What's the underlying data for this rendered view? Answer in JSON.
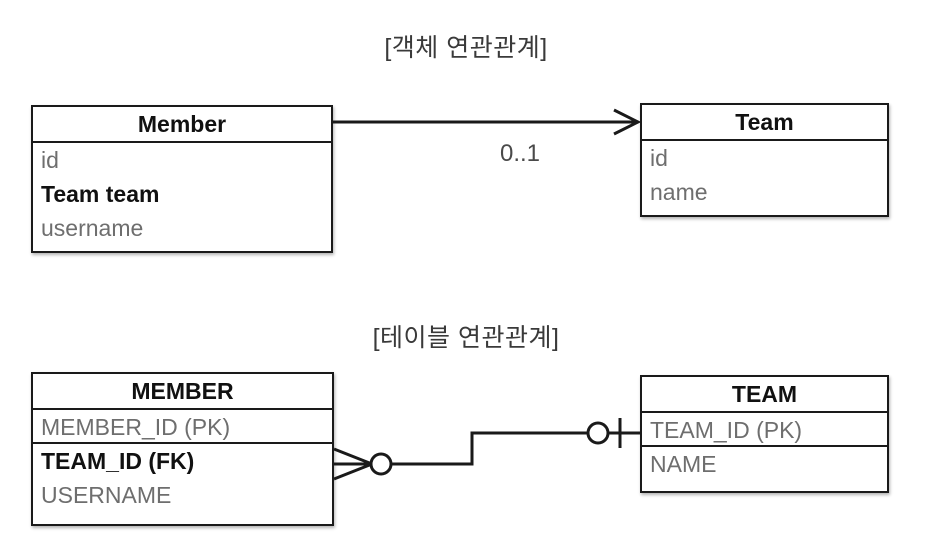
{
  "diagram": {
    "type": "uml-er-comparison",
    "sections": [
      {
        "title": "[객체 연관관계]"
      },
      {
        "title": "[테이블 연관관계]"
      }
    ]
  },
  "object_model": {
    "title": "[객체 연관관계]",
    "member": {
      "name": "Member",
      "attributes": [
        {
          "label": "id",
          "emphasis": "normal"
        },
        {
          "label": "Team team",
          "emphasis": "bold"
        },
        {
          "label": "username",
          "emphasis": "normal"
        }
      ]
    },
    "team": {
      "name": "Team",
      "attributes": [
        {
          "label": "id",
          "emphasis": "normal"
        },
        {
          "label": "name",
          "emphasis": "normal"
        }
      ]
    },
    "association": {
      "multiplicity": "0..1",
      "direction": "Member -> Team",
      "arrow": "open-arrow"
    }
  },
  "table_model": {
    "title": "[테이블 연관관계]",
    "member_table": {
      "name": "MEMBER",
      "columns": [
        {
          "label": "MEMBER_ID (PK)",
          "emphasis": "normal",
          "separator": true
        },
        {
          "label": "TEAM_ID (FK)",
          "emphasis": "bold",
          "separator": false
        },
        {
          "label": "USERNAME",
          "emphasis": "normal",
          "separator": false
        }
      ]
    },
    "team_table": {
      "name": "TEAM",
      "columns": [
        {
          "label": "TEAM_ID (PK)",
          "emphasis": "normal",
          "separator": true
        },
        {
          "label": "NAME",
          "emphasis": "normal",
          "separator": false
        }
      ]
    },
    "relationship": {
      "member_side": "zero-or-many",
      "team_side": "zero-or-one",
      "notation": "crows-foot"
    }
  },
  "colors": {
    "stroke": "#1a1a1a",
    "muted_text": "#6e6e6e",
    "strong_text": "#111111",
    "title_text": "#3a3a3a",
    "background": "#ffffff"
  }
}
